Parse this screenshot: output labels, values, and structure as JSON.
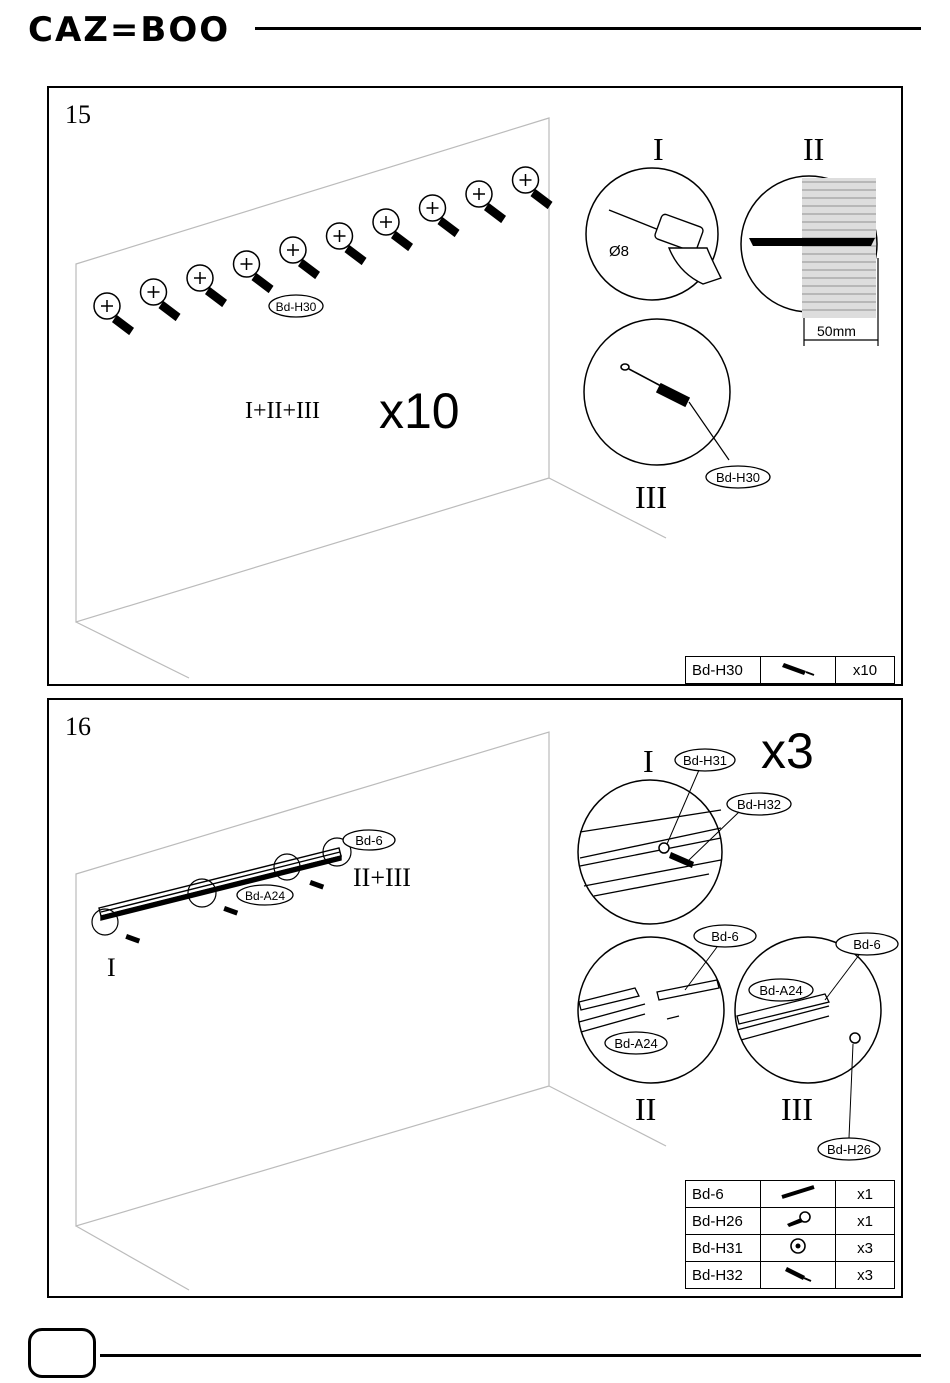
{
  "header": {
    "brand": "CAZ=BOO"
  },
  "step15": {
    "number": "15",
    "callout_label": "Bd-H30",
    "combo": "I+II+III",
    "multiplier": "x10",
    "detail_I": {
      "roman": "I",
      "drill": "Ø8"
    },
    "detail_II": {
      "roman": "II",
      "depth": "50mm"
    },
    "detail_III": {
      "roman": "III",
      "label": "Bd-H30"
    },
    "parts": [
      {
        "code": "Bd-H30",
        "icon": "wall-plug-icon",
        "qty": "x10"
      }
    ]
  },
  "step16": {
    "number": "16",
    "label_bd6": "Bd-6",
    "label_a24": "Bd-A24",
    "combo": "II+III",
    "roman_I": "I",
    "multiplier": "x3",
    "detail_I": {
      "roman": "I",
      "label_a": "Bd-H31",
      "label_b": "Bd-H32"
    },
    "detail_II": {
      "roman": "II",
      "label_a": "Bd-6",
      "label_b": "Bd-A24"
    },
    "detail_III": {
      "roman": "III",
      "label_a": "Bd-6",
      "label_b": "Bd-A24",
      "label_c": "Bd-H26"
    },
    "parts": [
      {
        "code": "Bd-6",
        "icon": "rail-icon",
        "qty": "x1"
      },
      {
        "code": "Bd-H26",
        "icon": "screw-icon",
        "qty": "x1"
      },
      {
        "code": "Bd-H31",
        "icon": "washer-icon",
        "qty": "x3"
      },
      {
        "code": "Bd-H32",
        "icon": "wall-plug-icon",
        "qty": "x3"
      }
    ]
  }
}
